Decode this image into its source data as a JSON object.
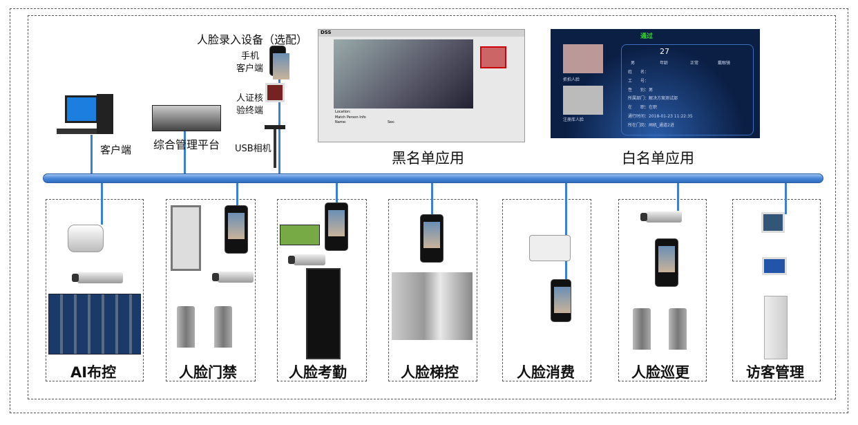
{
  "top": {
    "client_label": "客户端",
    "platform_label": "综合管理平台",
    "enroll_title": "人脸录入设备（选配）",
    "mobile_label_1": "手机",
    "mobile_label_2": "客户端",
    "id_terminal_label_1": "人证核",
    "id_terminal_label_2": "验终端",
    "usb_camera_label": "USB相机",
    "blacklist_label": "黑名单应用",
    "whitelist_label": "白名单应用"
  },
  "blacklist_screen": {
    "app_name": "DSS",
    "location": "Location:",
    "name": "Name:",
    "sex": "Sex:",
    "match_info": "Match Person Info"
  },
  "whitelist_screen": {
    "status": "通过",
    "age": "27",
    "age_label": "年龄",
    "gender_label": "男",
    "expression_label": "正常",
    "glasses_label": "戴眼镜",
    "captured_face": "抓拍人脸",
    "registered_face": "注册库人脸",
    "fields": [
      {
        "k": "姓　　名：",
        "v": ""
      },
      {
        "k": "工　　号：",
        "v": ""
      },
      {
        "k": "性　　别：",
        "v": "男"
      },
      {
        "k": "所属部门：",
        "v": "解决方案测试部"
      },
      {
        "k": "在　　职：",
        "v": "在职"
      },
      {
        "k": "通行时间：",
        "v": "2018-01-23 11:22:35"
      },
      {
        "k": "所在门岗：",
        "v": "闸机_通道2进"
      }
    ]
  },
  "subsystems": [
    {
      "label": "AI布控"
    },
    {
      "label": "人脸门禁"
    },
    {
      "label": "人脸考勤"
    },
    {
      "label": "人脸梯控"
    },
    {
      "label": "人脸消费"
    },
    {
      "label": "人脸巡更"
    },
    {
      "label": "访客管理"
    }
  ],
  "colors": {
    "bus": "#4a88d8",
    "line": "#3a7fd5",
    "whitelist_bg": "#0b1f45",
    "pass_green": "#3bd23b"
  }
}
